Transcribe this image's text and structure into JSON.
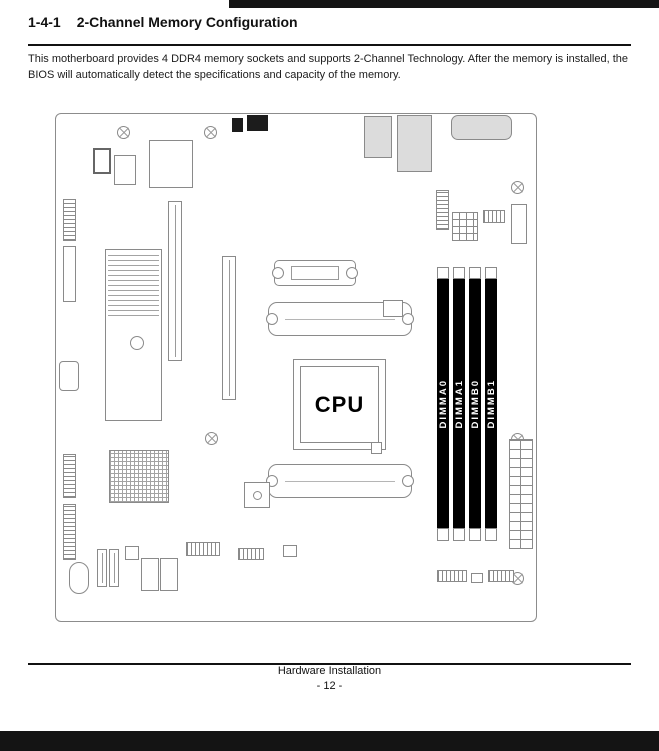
{
  "page": {
    "heading_number": "1-4-1",
    "heading_title": "2-Channel Memory Configuration",
    "body": "This motherboard provides 4 DDR4 memory sockets and supports 2-Channel Technology. After the memory is installed, the BIOS will automatically detect the specifications and capacity of the memory.",
    "footer_title": "Hardware Installation",
    "footer_page": "- 12 -"
  },
  "diagram": {
    "cpu_label": "CPU",
    "dimm_slots": [
      {
        "label": "DIMMA0"
      },
      {
        "label": "DIMMA1"
      },
      {
        "label": "DIMMB0"
      },
      {
        "label": "DIMMB1"
      }
    ]
  },
  "colors": {
    "edge_bar": "#141414",
    "dimm_slot_fill": "#000000",
    "diagram_line": "#8a8a8a"
  }
}
